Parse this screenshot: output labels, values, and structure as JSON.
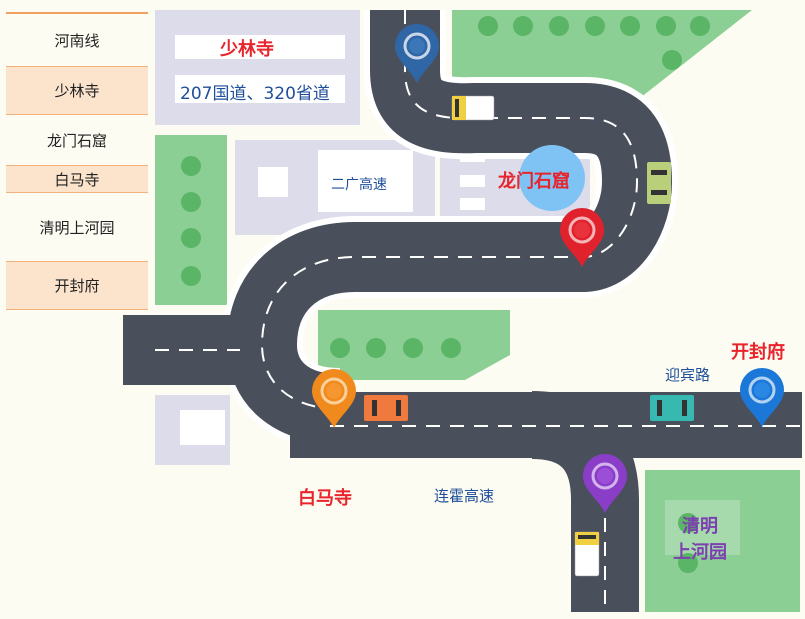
{
  "menu": {
    "items": [
      {
        "label": "河南线"
      },
      {
        "label": "少林寺"
      },
      {
        "label": "龙门石窟"
      },
      {
        "label": "白马寺"
      },
      {
        "label": "清明上河园"
      },
      {
        "label": "开封府"
      }
    ]
  },
  "map": {
    "labels": {
      "shaolin": "少林寺",
      "road_207": "207国道、320省道",
      "erguang": "二广高速",
      "longmen": "龙门石窟",
      "baima": "白马寺",
      "lianhuo": "连霍高速",
      "kaifeng": "开封府",
      "yingbin": "迎宾路",
      "qingming_1": "清明",
      "qingming_2": "上河园"
    },
    "colors": {
      "road": "#4a4f5c",
      "road_edge": "#ffffff",
      "park": "#8ccf94",
      "tree": "#5bb566",
      "block": "#dcdcea",
      "red": "#e8242c",
      "blue": "#1f4f9a",
      "purple": "#7c3fb0",
      "pin_blue_dark": "#2f66a6",
      "pin_red": "#e0222d",
      "pin_orange": "#f08a1c",
      "pin_purple": "#8a3ec8",
      "pin_blue": "#1c78d8"
    },
    "pins": [
      {
        "name": "shaolin",
        "icon": "map-pin-icon"
      },
      {
        "name": "longmen",
        "icon": "map-pin-icon"
      },
      {
        "name": "baima",
        "icon": "map-pin-icon"
      },
      {
        "name": "qingming",
        "icon": "map-pin-icon"
      },
      {
        "name": "kaifeng",
        "icon": "map-pin-icon"
      }
    ]
  }
}
